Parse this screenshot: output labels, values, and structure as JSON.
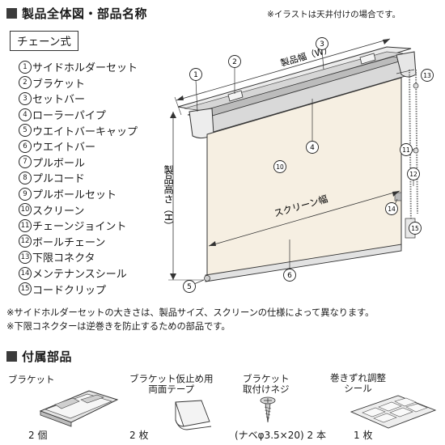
{
  "header": {
    "title": "製品全体図・部品名称",
    "illustration_note": "※イラストは天井付けの場合です。"
  },
  "type_label": "チェーン式",
  "parts": [
    {
      "num": "1",
      "name": "サイドホルダーセット"
    },
    {
      "num": "2",
      "name": "ブラケット"
    },
    {
      "num": "3",
      "name": "セットバー"
    },
    {
      "num": "4",
      "name": "ローラーパイプ"
    },
    {
      "num": "5",
      "name": "ウエイトバーキャップ"
    },
    {
      "num": "6",
      "name": "ウエイトバー"
    },
    {
      "num": "7",
      "name": "プルボール"
    },
    {
      "num": "8",
      "name": "プルコード"
    },
    {
      "num": "9",
      "name": "プルボールセット"
    },
    {
      "num": "10",
      "name": "スクリーン"
    },
    {
      "num": "11",
      "name": "チェーンジョイント"
    },
    {
      "num": "12",
      "name": "ボールチェーン"
    },
    {
      "num": "13",
      "name": "下限コネクタ"
    },
    {
      "num": "14",
      "name": "メンテナンスシール"
    },
    {
      "num": "15",
      "name": "コードクリップ"
    }
  ],
  "diagram": {
    "width_label": "製品幅（W）",
    "height_label": "製品高さ（H）",
    "screen_width_label": "スクリーン幅",
    "callouts": [
      "1",
      "2",
      "3",
      "4",
      "5",
      "6",
      "10",
      "11",
      "12",
      "13",
      "14",
      "15"
    ]
  },
  "notes": [
    "※サイドホルダーセットの大きさは、製品サイズ、スクリーンの仕様によって異なります。",
    "※下限コネクターは逆巻きを防止するための部品です。"
  ],
  "accessories": {
    "title": "付属部品",
    "items": [
      {
        "label": "ブラケット",
        "qty": "2 個"
      },
      {
        "label": "ブラケット仮止め用\n両面テープ",
        "qty": "2 枚"
      },
      {
        "label": "ブラケット\n取付けネジ",
        "qty": "(ナベφ3.5×20) 2 本"
      },
      {
        "label": "巻きずれ調整\nシール",
        "qty": "1 枚"
      }
    ]
  }
}
